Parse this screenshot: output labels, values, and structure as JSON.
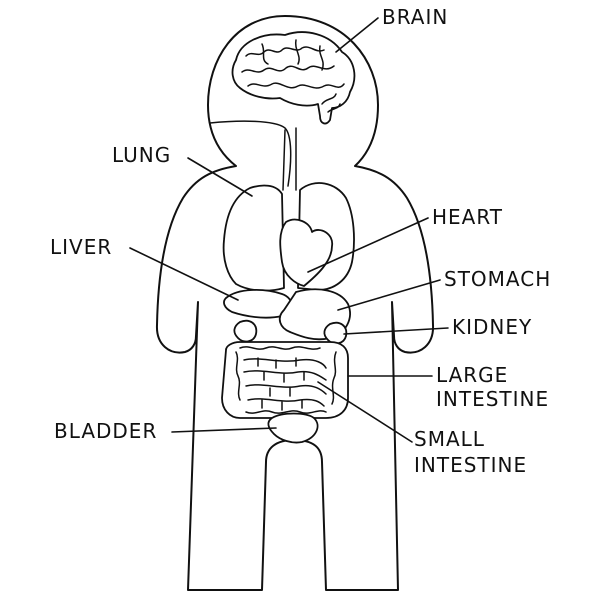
{
  "labels": {
    "brain": "BRAIN",
    "lung": "LUNG",
    "heart": "HEART",
    "liver": "LIVER",
    "stomach": "STOMACH",
    "kidney": "KIDNEY",
    "large_intestine": [
      "LARGE",
      "INTESTINE"
    ],
    "bladder": "BLADDER",
    "small_intestine": [
      "SMALL",
      "INTESTINE"
    ]
  }
}
